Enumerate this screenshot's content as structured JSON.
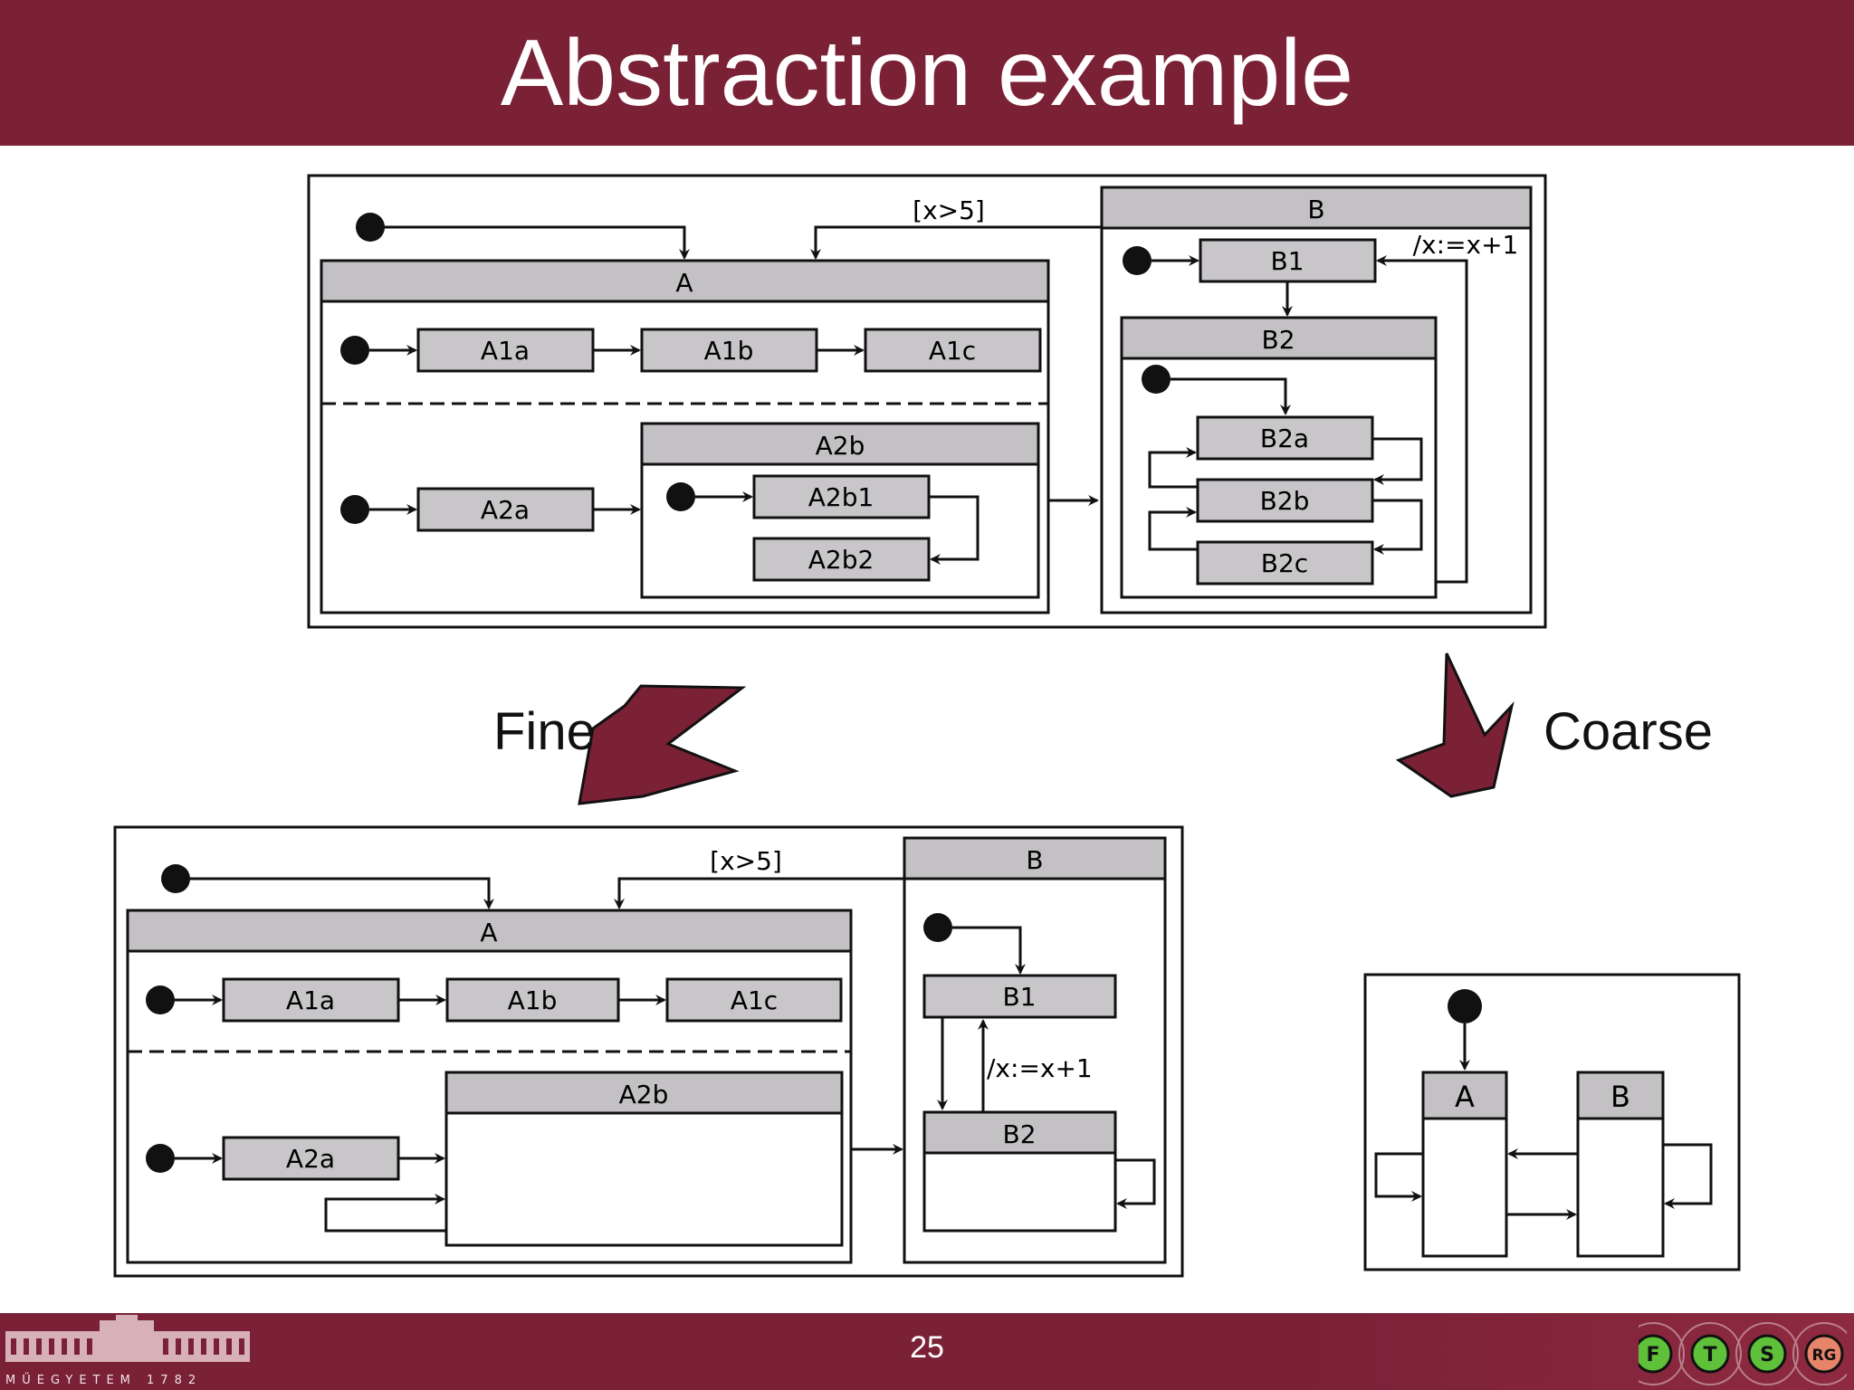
{
  "slide": {
    "title": "Abstraction example",
    "page_number": "25"
  },
  "labels": {
    "fine": "Fine",
    "coarse": "Coarse"
  },
  "footer": {
    "logo_text": "MŰEGYETEM 1782",
    "badges": [
      "F",
      "T",
      "S",
      "RG"
    ]
  },
  "colors": {
    "brand": "#7a2136",
    "state_fill": "#c3c1c4"
  },
  "top_diagram": {
    "state_a": "A",
    "a1a": "A1a",
    "a1b": "A1b",
    "a1c": "A1c",
    "a2a": "A2a",
    "a2b": "A2b",
    "a2b1": "A2b1",
    "a2b2": "A2b2",
    "state_b": "B",
    "b1": "B1",
    "b2": "B2",
    "b2a": "B2a",
    "b2b": "B2b",
    "b2c": "B2c",
    "guard": "[x>5]",
    "action": "/x:=x+1"
  },
  "fine_diagram": {
    "state_a": "A",
    "a1a": "A1a",
    "a1b": "A1b",
    "a1c": "A1c",
    "a2a": "A2a",
    "a2b": "A2b",
    "state_b": "B",
    "b1": "B1",
    "b2": "B2",
    "guard": "[x>5]",
    "action": "/x:=x+1"
  },
  "coarse_diagram": {
    "state_a": "A",
    "state_b": "B"
  }
}
